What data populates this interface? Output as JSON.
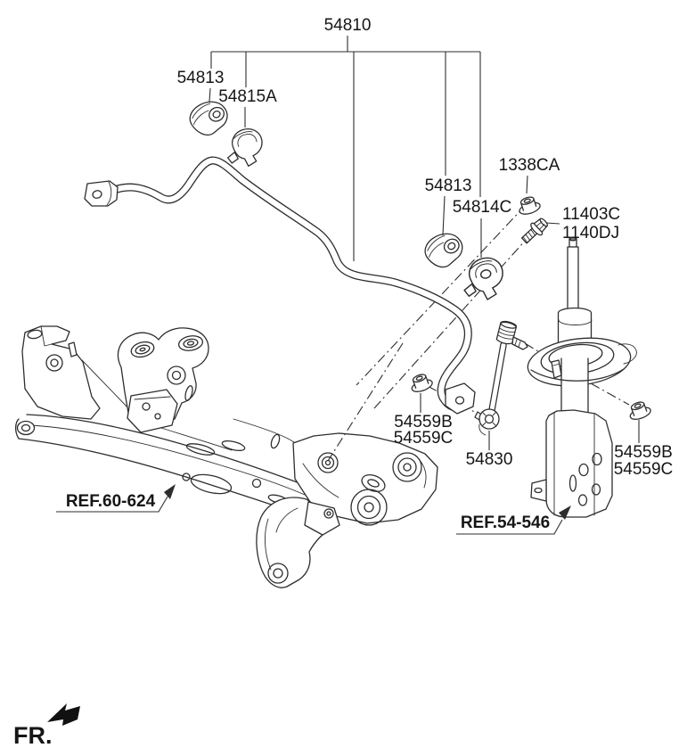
{
  "diagram": {
    "callouts": {
      "p54810": "54810",
      "p54813_left": "54813",
      "p54815A": "54815A",
      "p54813_mid": "54813",
      "p54814C": "54814C",
      "p1338CA": "1338CA",
      "p11403C": "11403C",
      "p1140DJ": "1140DJ",
      "p54559B_left": "54559B",
      "p54559C_left": "54559C",
      "p54830": "54830",
      "p54559B_right": "54559B",
      "p54559C_right": "54559C"
    },
    "references": {
      "crossmember": "REF.60-624",
      "strut": "REF.54-546"
    },
    "direction": "FR.",
    "colors": {
      "line": "#2e2e2e",
      "text": "#161616",
      "background": "#ffffff"
    }
  }
}
